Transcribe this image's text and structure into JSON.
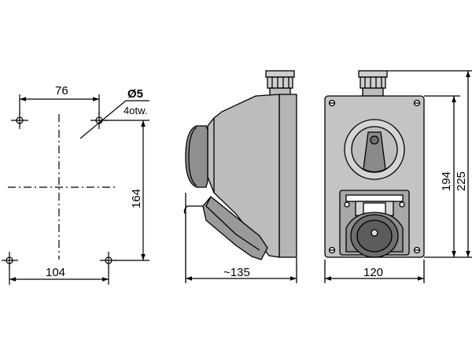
{
  "mounting": {
    "width_top": "76",
    "width_bottom": "104",
    "height": "164",
    "hole_diameter": "Ø5",
    "hole_count_note": "4otw."
  },
  "side_view": {
    "depth": "~135"
  },
  "front_view": {
    "width": "120",
    "height_body": "194",
    "height_total": "225"
  }
}
